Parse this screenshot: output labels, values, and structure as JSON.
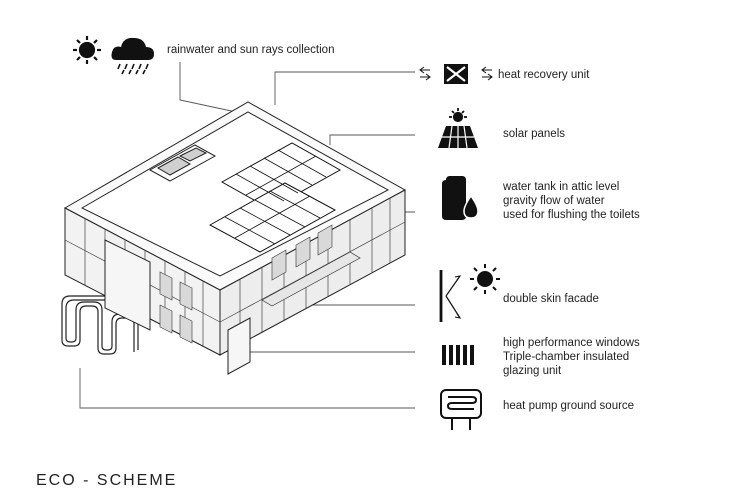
{
  "header": {
    "collection_label": "rainwater and sun rays collection"
  },
  "legend": [
    {
      "icon": "heat-recovery-icon",
      "lines": [
        "heat recovery unit"
      ]
    },
    {
      "icon": "solar-panel-icon",
      "lines": [
        "solar panels"
      ]
    },
    {
      "icon": "water-tank-icon",
      "lines": [
        "water tank in attic level",
        "gravity flow of water",
        "used for flushing the toilets"
      ]
    },
    {
      "icon": "double-skin-facade-icon",
      "lines": [
        "double skin facade"
      ]
    },
    {
      "icon": "window-glazing-icon",
      "lines": [
        "high performance windows",
        "Triple-chamber insulated",
        "glazing unit"
      ]
    },
    {
      "icon": "heat-pump-icon",
      "lines": [
        "heat pump ground source"
      ]
    }
  ],
  "footer": {
    "title": "ECO - SCHEME"
  }
}
